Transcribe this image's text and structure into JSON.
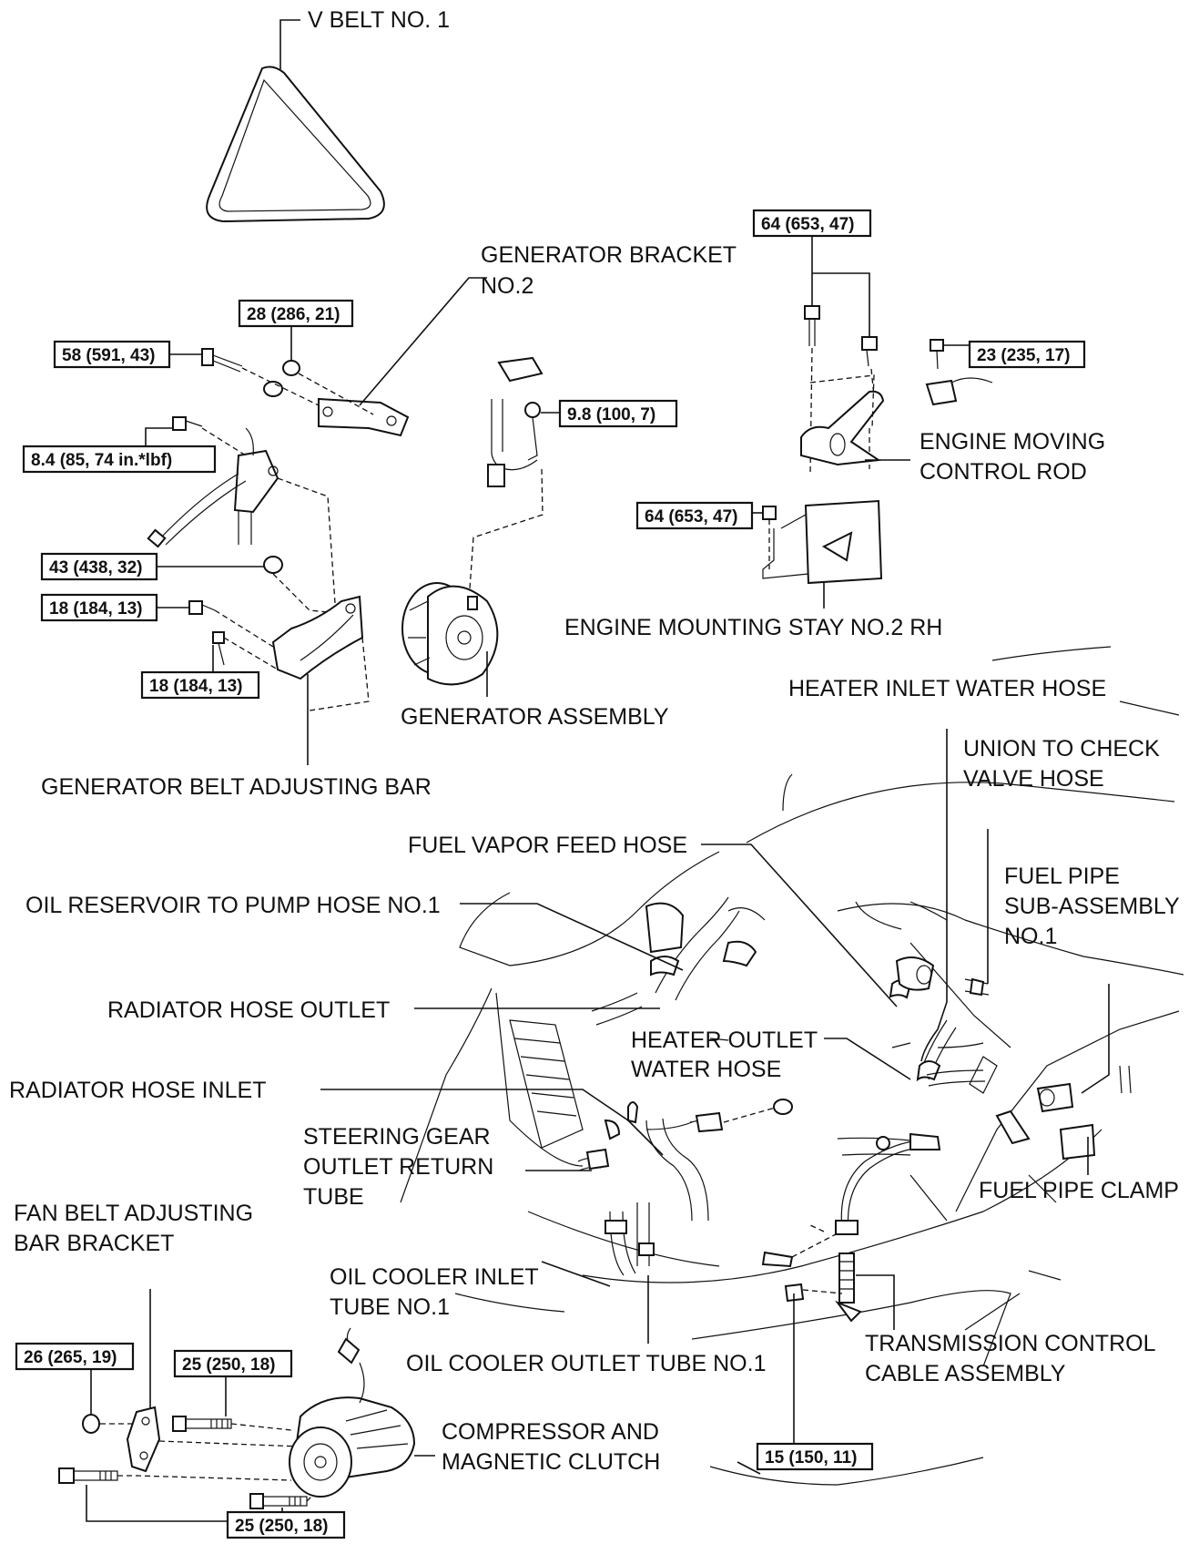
{
  "labels": {
    "v_belt": "V BELT NO. 1",
    "gen_bracket_1": "GENERATOR BRACKET",
    "gen_bracket_2": "NO.2",
    "engine_rod_1": "ENGINE MOVING",
    "engine_rod_2": "CONTROL ROD",
    "engine_stay": "ENGINE MOUNTING STAY NO.2 RH",
    "gen_assembly": "GENERATOR ASSEMBLY",
    "gen_belt_bar": "GENERATOR BELT ADJUSTING BAR",
    "heater_inlet": "HEATER INLET WATER HOSE",
    "union_check_1": "UNION TO CHECK",
    "union_check_2": "VALVE HOSE",
    "fuel_vapor": "FUEL VAPOR FEED HOSE",
    "fuel_pipe_1": "FUEL PIPE",
    "fuel_pipe_2": "SUB-ASSEMBLY",
    "fuel_pipe_3": "NO.1",
    "oil_reservoir": "OIL RESERVOIR TO PUMP HOSE NO.1",
    "rad_outlet": "RADIATOR HOSE OUTLET",
    "heater_outlet_1": "HEATER OUTLET",
    "heater_outlet_2": "WATER HOSE",
    "rad_inlet": "RADIATOR HOSE INLET",
    "steering_1": "STEERING GEAR",
    "steering_2": "OUTLET RETURN",
    "steering_3": "TUBE",
    "fuel_clamp": "FUEL PIPE CLAMP",
    "fan_bracket_1": "FAN BELT ADJUSTING",
    "fan_bracket_2": "BAR BRACKET",
    "oil_cooler_in_1": "OIL COOLER INLET",
    "oil_cooler_in_2": "TUBE NO.1",
    "oil_cooler_out": "OIL COOLER OUTLET TUBE NO.1",
    "trans_cable_1": "TRANSMISSION CONTROL",
    "trans_cable_2": "CABLE ASSEMBLY",
    "compressor_1": "COMPRESSOR AND",
    "compressor_2": "MAGNETIC CLUTCH"
  },
  "torques": {
    "t_64a": "64 (653, 47)",
    "t_23": "23 (235, 17)",
    "t_28": "28 (286, 21)",
    "t_58": "58 (591, 43)",
    "t_9_8": "9.8 (100, 7)",
    "t_8_4": "8.4 (85, 74 in.*lbf)",
    "t_64b": "64 (653, 47)",
    "t_43": "43 (438, 32)",
    "t_18a": "18 (184, 13)",
    "t_18b": "18 (184, 13)",
    "t_26": "26 (265, 19)",
    "t_25a": "25 (250, 18)",
    "t_15": "15 (150, 11)",
    "t_25b": "25 (250, 18)"
  }
}
